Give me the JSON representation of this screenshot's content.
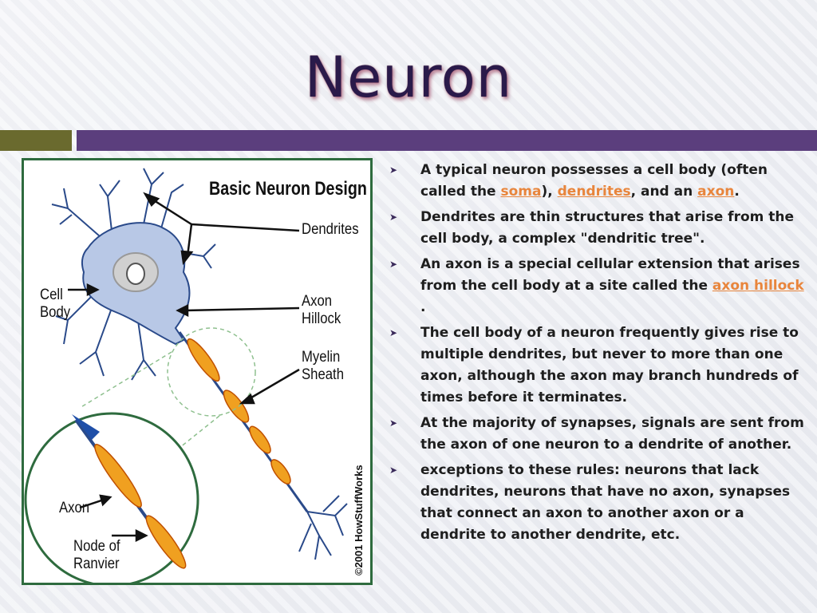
{
  "slide": {
    "title": "Neuron"
  },
  "figure": {
    "title": "Basic Neuron Design",
    "labels": {
      "dendrites": "Dendrites",
      "cell_body": "Cell\nBody",
      "axon_hillock": "Axon\nHillock",
      "myelin_sheath": "Myelin\nSheath",
      "axon": "Axon",
      "node_of_ranvier": "Node of\nRanvier"
    },
    "copyright": "©2001 HowStuffWorks",
    "colors": {
      "cell": "#b8c8e6",
      "nucleus": "#d0d0d0",
      "myelin": "#f0a020",
      "frame": "#2e6b3e"
    }
  },
  "bullets": [
    {
      "parts": [
        {
          "text": "A typical neuron possesses a cell body (often called the "
        },
        {
          "text": "soma",
          "link": true
        },
        {
          "text": "), "
        },
        {
          "text": "dendrites",
          "link": true
        },
        {
          "text": ", and an "
        },
        {
          "text": "axon",
          "link": true
        },
        {
          "text": "."
        }
      ]
    },
    {
      "parts": [
        {
          "text": "Dendrites are thin structures that arise from the cell body,  a complex \"dendritic tree\"."
        }
      ]
    },
    {
      "parts": [
        {
          "text": "An axon is a special cellular extension that arises from the cell body at a site called the "
        },
        {
          "text": "axon hillock",
          "link": true
        },
        {
          "text": " ."
        }
      ]
    },
    {
      "parts": [
        {
          "text": " The cell body of a neuron frequently gives rise to multiple dendrites, but never to more than one axon, although the axon may branch hundreds of times before it terminates."
        }
      ]
    },
    {
      "parts": [
        {
          "text": "At the majority of synapses, signals are sent from the axon of one neuron to a dendrite of another."
        }
      ]
    },
    {
      "parts": [
        {
          "text": "exceptions to these rules: neurons that lack dendrites, neurons that have no axon, synapses that connect an axon to another axon or a dendrite to another dendrite, etc."
        }
      ]
    }
  ],
  "icons": {
    "bullet": "chevron-right-icon"
  }
}
